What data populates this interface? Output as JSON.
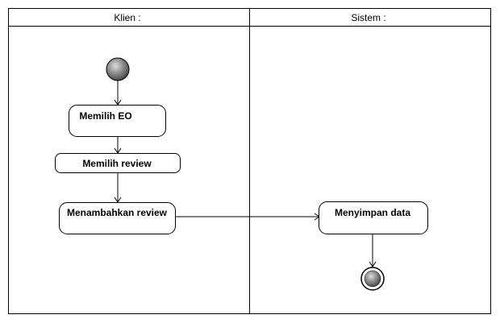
{
  "swimlanes": [
    {
      "title": "Klien :"
    },
    {
      "title": "Sistem :"
    }
  ],
  "actions": {
    "memilih_eo": "Memilih EO",
    "memilih_review": "Memilih review",
    "menambahkan_review": "Menambahkan review",
    "menyimpan_data": "Menyimpan data"
  },
  "colors": {
    "line": "#000000",
    "background": "#ffffff",
    "node_fill_light": "#d8d8d8",
    "node_fill_dark": "#5a5a5a"
  }
}
